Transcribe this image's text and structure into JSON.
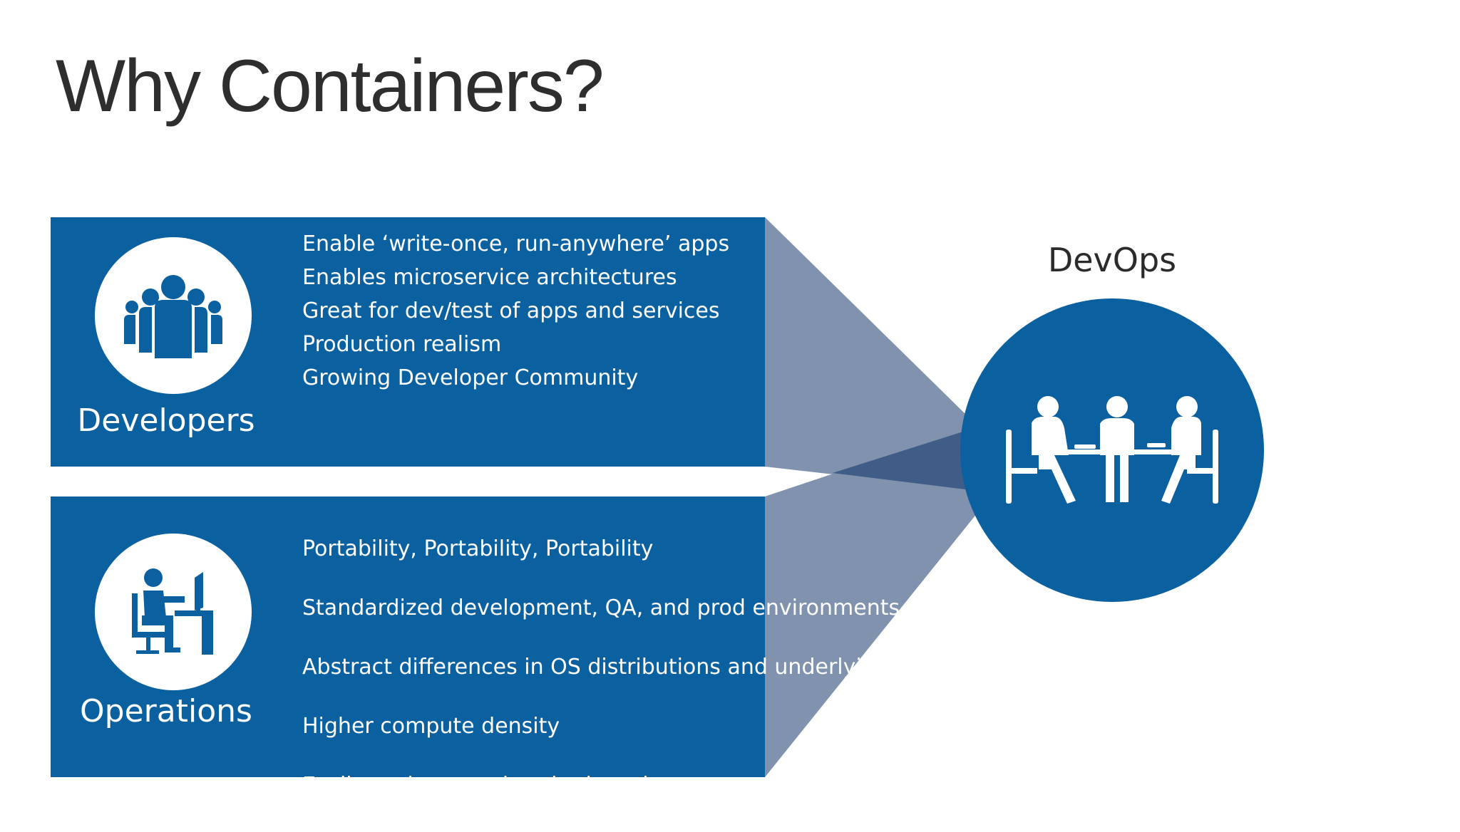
{
  "slide": {
    "title": "Why Containers?"
  },
  "developers": {
    "label": "Developers",
    "icon": "group-of-people-icon",
    "items": [
      "Enable ‘write-once, run-anywhere’ apps",
      "Enables microservice architectures",
      "Great for dev/test of apps and services",
      "Production realism",
      "Growing Developer Community"
    ]
  },
  "operations": {
    "label": "Operations",
    "icon": "person-at-desk-computer-icon",
    "items": [
      "Portability, Portability, Portability",
      "Standardized development, QA, and prod\nenvironments",
      "Abstract differences in OS distributions\nand underlying infrastructure",
      "Higher compute density",
      "Easily scale-up and scale-down in response\nto changing business needs"
    ]
  },
  "devops": {
    "label": "DevOps",
    "icon": "meeting-table-icon"
  },
  "colors": {
    "primary_blue": "#0b60a0",
    "connector_gray": "#8092ad",
    "connector_overlap": "#3f5d86",
    "title_text": "#2e2e2e"
  }
}
